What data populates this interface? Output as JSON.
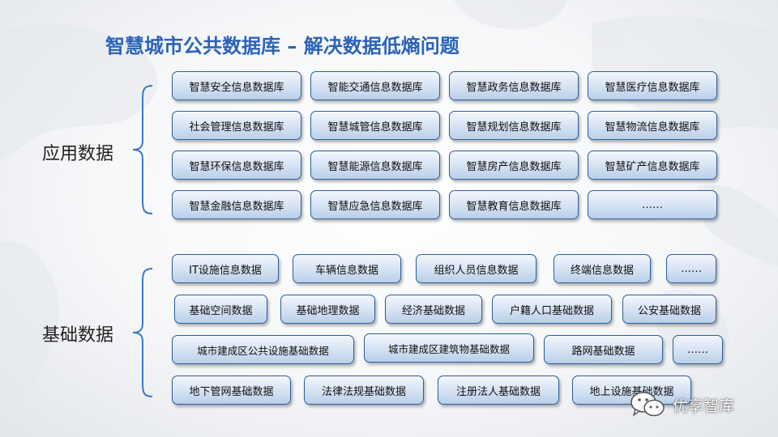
{
  "title": "智慧城市公共数据库 – 解决数据低熵问题",
  "application": {
    "label": "应用数据",
    "items": [
      "智慧安全信息数据库",
      "智能交通信息数据库",
      "智慧政务信息数据库",
      "智慧医疗信息数据库",
      "社会管理信息数据库",
      "智慧城管信息数据库",
      "智慧规划信息数据库",
      "智慧物流信息数据库",
      "智慧环保信息数据库",
      "智慧能源信息数据库",
      "智慧房产信息数据库",
      "智慧矿产信息数据库",
      "智慧金融信息数据库",
      "智慧应急信息数据库",
      "智慧教育信息数据库",
      "……"
    ]
  },
  "base": {
    "label": "基础数据",
    "items": [
      "IT设施信息数据",
      "车辆信息数据",
      "组织人员信息数据",
      "终端信息数据",
      "……",
      "基础空间数据",
      "基础地理数据",
      "经济基础数据",
      "户籍人口基础数据",
      "公安基础数据",
      "城市建成区公共设施基础数据",
      "城市建成区建筑物基础数据",
      "路网基础数据",
      "……",
      "地下管网基础数据",
      "法律法规基础数据",
      "注册法人基础数据",
      "地上设施基础数据"
    ]
  },
  "watermark": {
    "text": "优享智库",
    "icon": "wechat-icon"
  }
}
